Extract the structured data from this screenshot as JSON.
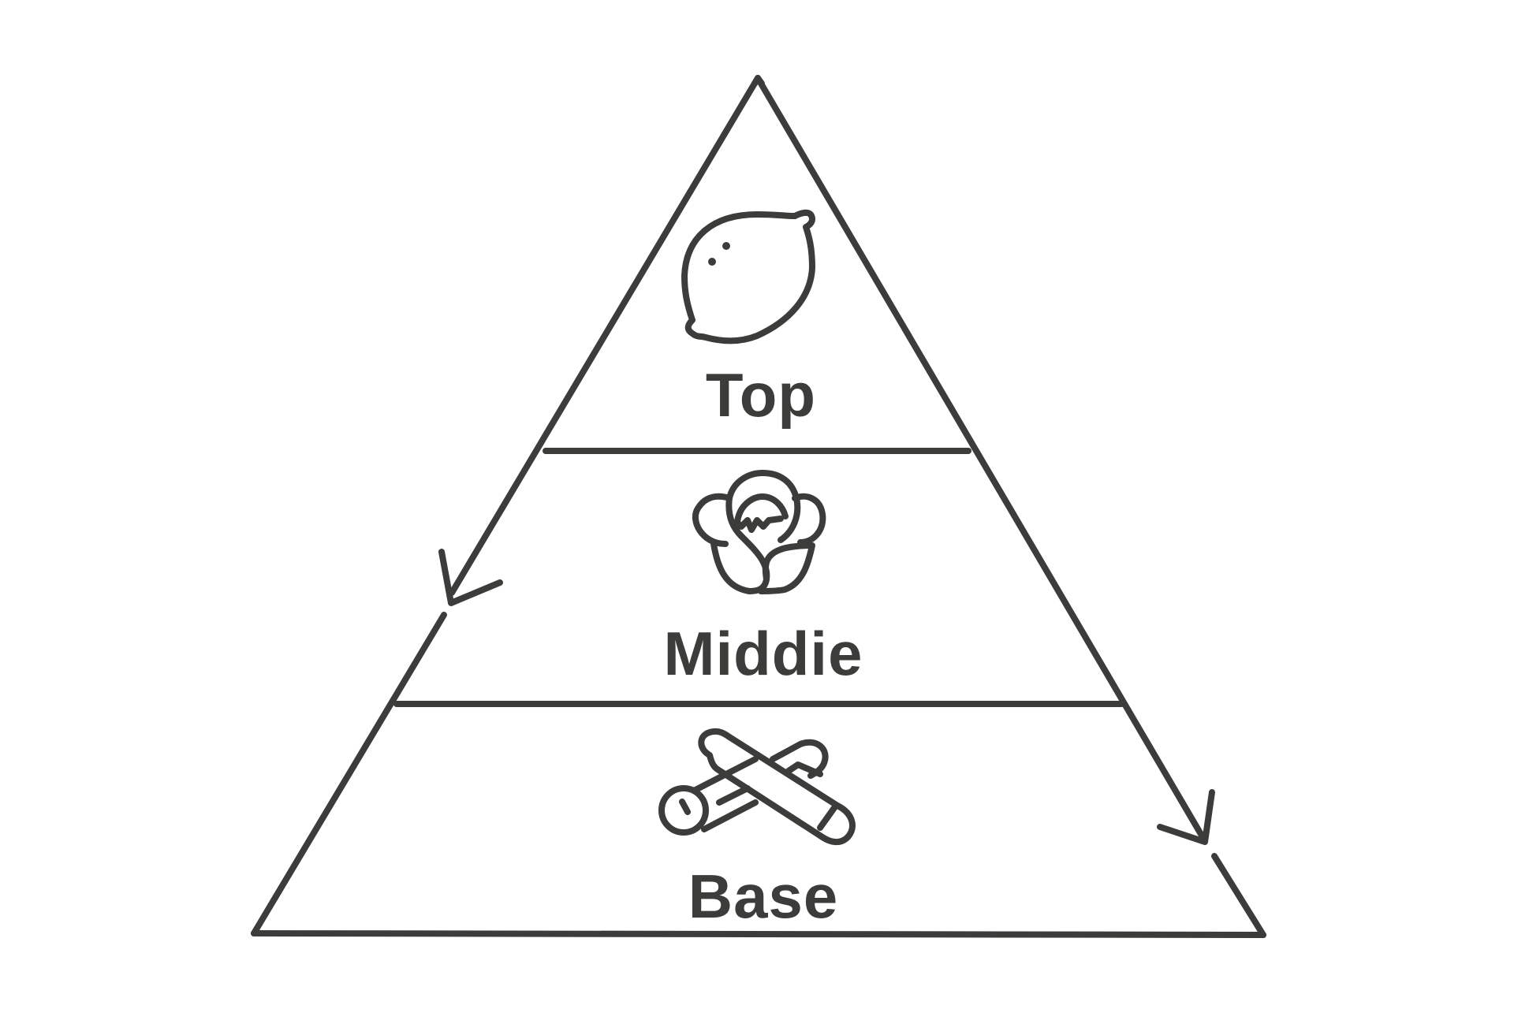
{
  "diagram": {
    "type": "pyramid",
    "tiers": [
      {
        "position": "top",
        "label": "Top",
        "icon": "lemon-icon"
      },
      {
        "position": "middle",
        "label": "Middie",
        "icon": "cabbage-icon"
      },
      {
        "position": "base",
        "label": "Base",
        "icon": "logs-icon"
      }
    ],
    "arrows": [
      {
        "side": "left",
        "direction": "down-left",
        "icon": "arrow-down-left-icon"
      },
      {
        "side": "right",
        "direction": "down-right",
        "icon": "arrow-down-right-icon"
      }
    ],
    "colors": {
      "stroke": "#3c3c3a",
      "background": "#ffffff"
    }
  }
}
